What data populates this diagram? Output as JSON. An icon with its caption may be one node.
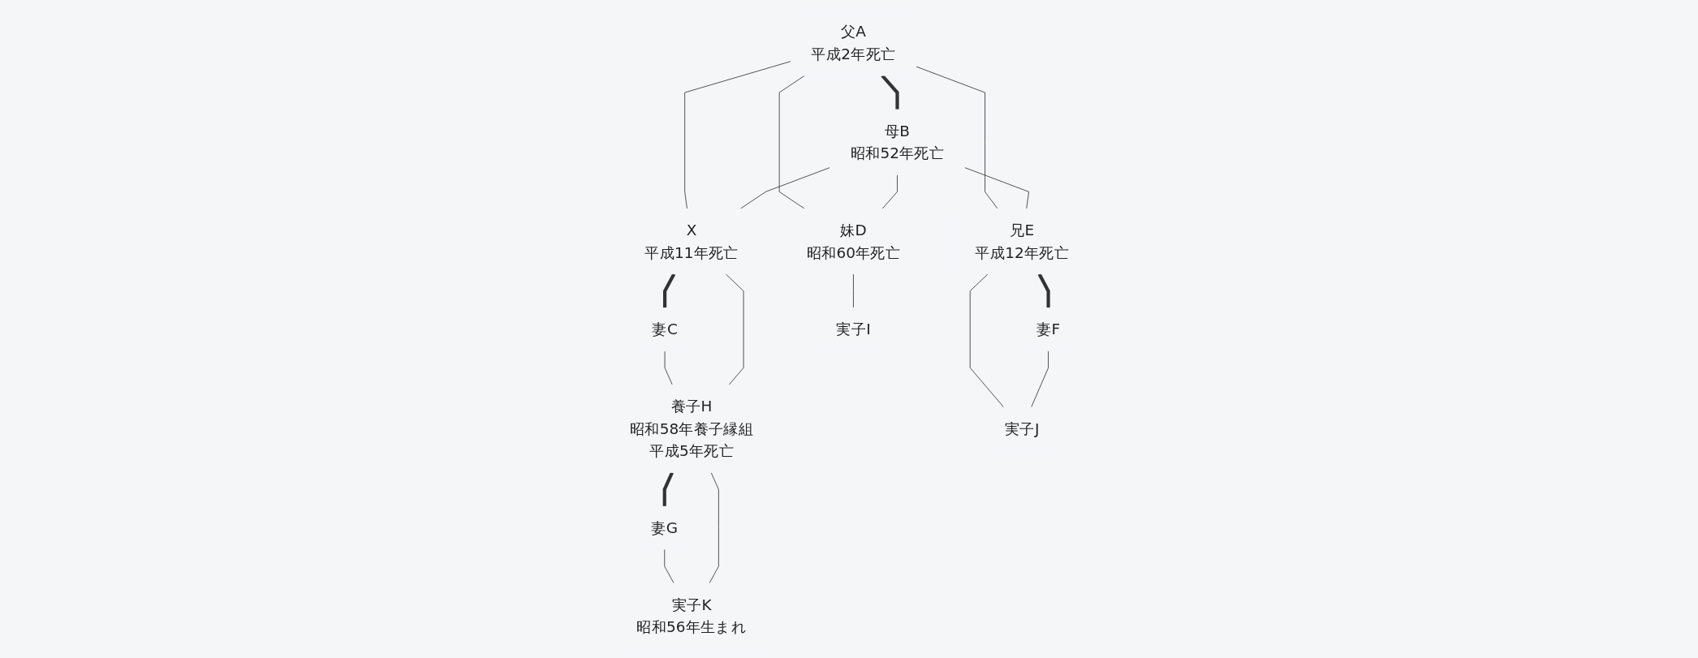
{
  "diagram": {
    "nodes": [
      {
        "text": [
          "父A",
          "平成2年死亡"
        ]
      },
      {
        "text": [
          "母B",
          "昭和52年死亡"
        ]
      },
      {
        "text": [
          "妻C"
        ]
      },
      {
        "text": [
          "X",
          "平成11年死亡"
        ]
      },
      {
        "text": [
          "妹D",
          "昭和60年死亡"
        ]
      },
      {
        "text": [
          "兄E",
          "平成12年死亡"
        ]
      },
      {
        "text": [
          "妻F"
        ]
      },
      {
        "text": [
          "妻G"
        ]
      },
      {
        "text": [
          "養子H",
          "昭和58年養子縁組",
          "平成5年死亡"
        ]
      },
      {
        "text": [
          "実子I"
        ]
      },
      {
        "text": [
          "実子J"
        ]
      },
      {
        "text": [
          "実子K",
          "昭和56年生まれ"
        ]
      }
    ],
    "edges": [
      {
        "from": 0,
        "to": 1,
        "arrow": "none",
        "style": "thick"
      },
      {
        "from": 0,
        "to": 3,
        "arrow": "none"
      },
      {
        "from": 1,
        "to": 3,
        "arrow": "none"
      },
      {
        "from": 0,
        "to": 4,
        "arrow": "none"
      },
      {
        "from": 1,
        "to": 4,
        "arrow": "none"
      },
      {
        "from": 0,
        "to": 5,
        "arrow": "none"
      },
      {
        "from": 1,
        "to": 5,
        "arrow": "none"
      },
      {
        "from": 3,
        "to": 2,
        "arrow": "none",
        "style": "thick"
      },
      {
        "from": 5,
        "to": 6,
        "arrow": "none",
        "style": "thick"
      },
      {
        "from": 2,
        "to": 8,
        "arrow": "none"
      },
      {
        "from": 3,
        "to": 8,
        "arrow": "none"
      },
      {
        "from": 4,
        "to": 9,
        "arrow": "none"
      },
      {
        "from": 5,
        "to": 10,
        "arrow": "none"
      },
      {
        "from": 6,
        "to": 10,
        "arrow": "none"
      },
      {
        "from": 8,
        "to": 7,
        "arrow": "none",
        "style": "thick"
      },
      {
        "from": 7,
        "to": 11,
        "arrow": "none"
      },
      {
        "from": 8,
        "to": 11,
        "arrow": "none"
      }
    ]
  }
}
